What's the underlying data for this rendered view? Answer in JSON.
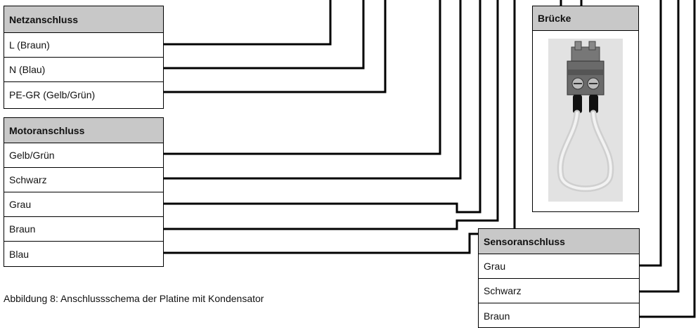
{
  "netzanschluss": {
    "title": "Netzanschluss",
    "rows": [
      "L (Braun)",
      "N (Blau)",
      "PE-GR (Gelb/Grün)"
    ]
  },
  "motoranschluss": {
    "title": "Motoranschluss",
    "rows": [
      "Gelb/Grün",
      "Schwarz",
      "Grau",
      "Braun",
      "Blau"
    ]
  },
  "bruecke": {
    "title": "Brücke"
  },
  "sensoranschluss": {
    "title": "Sensoranschluss",
    "rows": [
      "Grau",
      "Schwarz",
      "Braun"
    ]
  },
  "caption": "Abbildung 8: Anschlussschema der Platine mit Kondensator"
}
